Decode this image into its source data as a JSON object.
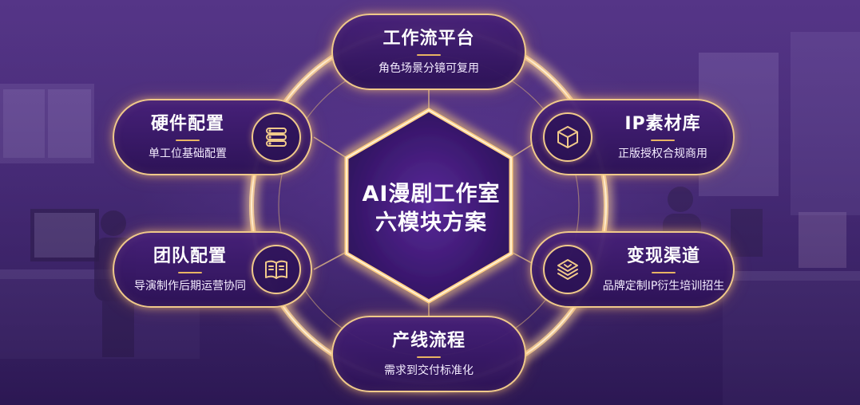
{
  "center": {
    "line1": "AI漫剧工作室",
    "line2": "六模块方案"
  },
  "nodes": {
    "top": {
      "title": "工作流平台",
      "sub": "角色场景分镜可复用"
    },
    "top_left": {
      "title": "硬件配置",
      "sub": "单工位基础配置",
      "icon": "server-stack-icon"
    },
    "top_right": {
      "title": "IP素材库",
      "sub": "正版授权合规商用",
      "icon": "cube-icon"
    },
    "bottom_left": {
      "title": "团队配置",
      "sub": "导演制作后期运营协同",
      "icon": "open-book-icon"
    },
    "bottom_right": {
      "title": "变现渠道",
      "sub": "品牌定制IP衍生培训招生",
      "icon": "layered-stack-icon"
    },
    "bottom": {
      "title": "产线流程",
      "sub": "需求到交付标准化"
    }
  },
  "colors": {
    "accent_gold": "#f0c98a",
    "background_purple": "#3e2270",
    "node_fill": "#2c1256"
  }
}
